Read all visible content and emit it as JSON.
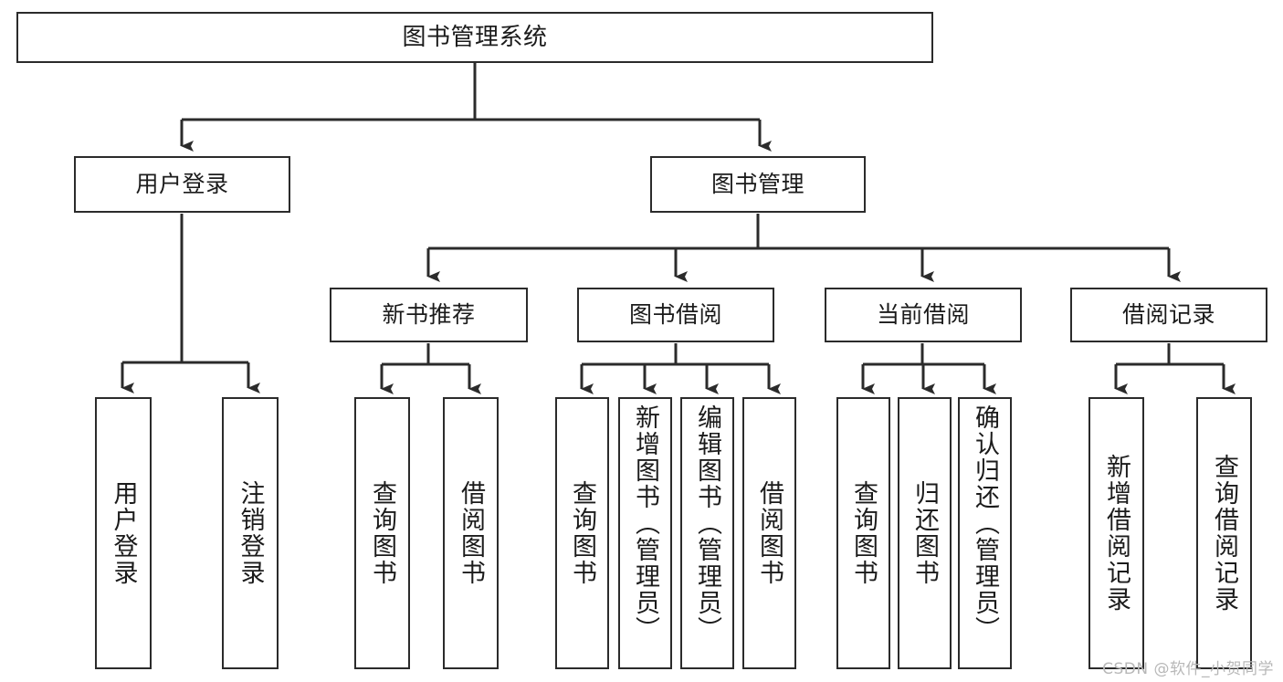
{
  "diagram": {
    "type": "tree",
    "title": "图书管理系统",
    "orientation": "top-down",
    "colors": {
      "box_border": "#2b2b2b",
      "box_fill": "#ffffff",
      "edge": "#2b2b2b",
      "text": "#1b1b1b",
      "watermark": "#b8b8b8"
    },
    "root": {
      "label": "图书管理系统"
    },
    "level1": [
      {
        "label": "用户登录"
      },
      {
        "label": "图书管理"
      }
    ],
    "level2": [
      {
        "label": "新书推荐"
      },
      {
        "label": "图书借阅"
      },
      {
        "label": "当前借阅"
      },
      {
        "label": "借阅记录"
      }
    ],
    "leaves": {
      "user_login": [
        {
          "label": "用户登录"
        },
        {
          "label": "注销登录"
        }
      ],
      "new_book_recommend": [
        {
          "label": "查询图书"
        },
        {
          "label": "借阅图书"
        }
      ],
      "book_borrow": [
        {
          "label": "查询图书"
        },
        {
          "label": "新增图书（管理员）"
        },
        {
          "label": "编辑图书（管理员）"
        },
        {
          "label": "借阅图书"
        }
      ],
      "current_borrow": [
        {
          "label": "查询图书"
        },
        {
          "label": "归还图书"
        },
        {
          "label": "确认归还（管理员）"
        }
      ],
      "borrow_record": [
        {
          "label": "新增借阅记录"
        },
        {
          "label": "查询借阅记录"
        }
      ]
    }
  },
  "watermark": {
    "text": "CSDN @软件_小贺同学"
  }
}
